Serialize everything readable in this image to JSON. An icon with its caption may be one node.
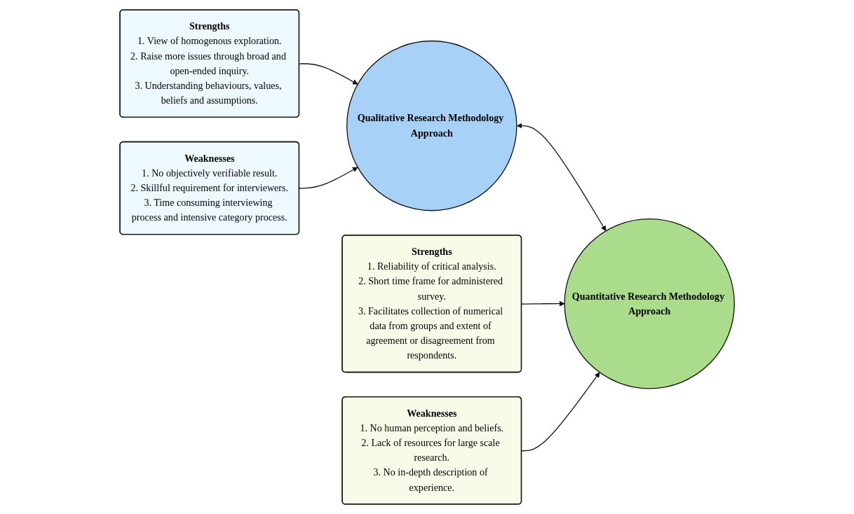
{
  "diagram": {
    "nodes": [
      {
        "text": [
          "Strengths",
          "1. View of homogenous exploration.",
          "2. Raise more issues through broad and open-ended inquiry.",
          "3. Understanding behaviours, values, beliefs and assumptions."
        ]
      },
      {
        "text": [
          "Qualitative Research Methodology Approach"
        ]
      },
      {
        "text": [
          "Weaknesses",
          "1. No objectively verifiable result.",
          "2. Skillful requirement for interviewers.",
          "3. Time consuming interviewing process and intensive category process."
        ]
      },
      {
        "text": [
          "Strengths",
          "1. Reliability of critical analysis.",
          "2. Short time frame for administered survey.",
          "3. Facilitates collection of numerical data from groups and extent of agreement or disagreement from respondents."
        ]
      },
      {
        "text": [
          "Quantitative Research Methodology Approach"
        ]
      },
      {
        "text": [
          "Weaknesses",
          "1. No human perception and beliefs.",
          "2. Lack of resources for large scale research.",
          "3. No in-depth description of experience."
        ]
      }
    ],
    "edges": [
      {
        "from": 0,
        "to": 1,
        "arrow": "to"
      },
      {
        "from": 2,
        "to": 1,
        "arrow": "to"
      },
      {
        "from": 1,
        "to": 4,
        "arrow": "both"
      },
      {
        "from": 3,
        "to": 4,
        "arrow": "to"
      },
      {
        "from": 5,
        "to": 4,
        "arrow": "to"
      }
    ]
  }
}
